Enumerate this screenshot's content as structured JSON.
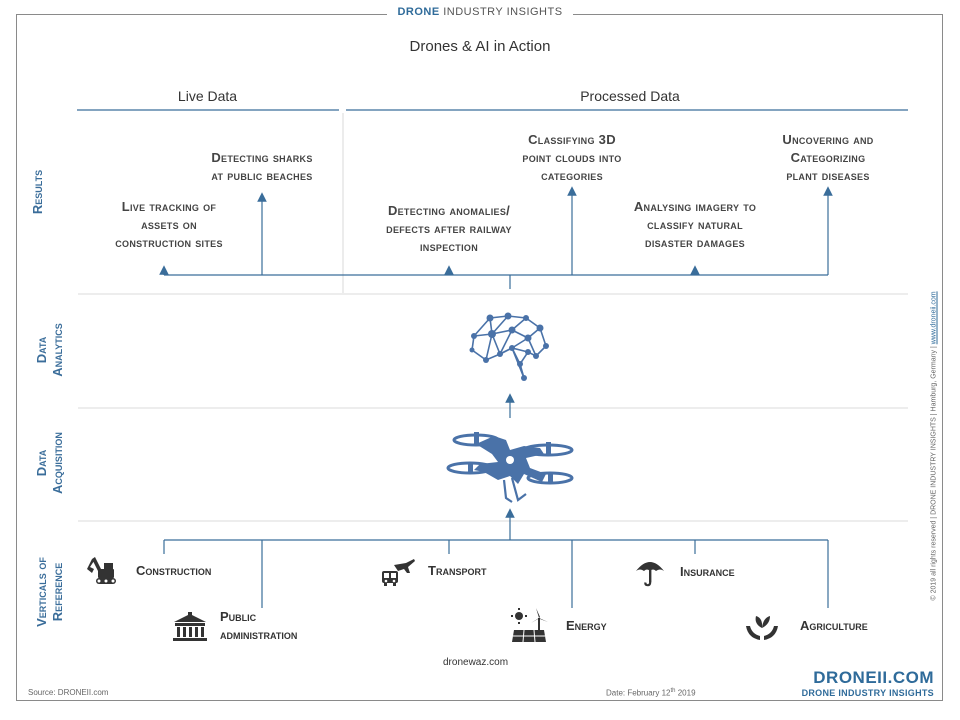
{
  "header": {
    "brand_bold": "DRONE",
    "brand_rest": " INDUSTRY INSIGHTS",
    "title": "Drones & AI in Action"
  },
  "columns": {
    "live": "Live Data",
    "processed": "Processed Data"
  },
  "rows": {
    "results": "Results",
    "analytics_1": "Data",
    "analytics_2": "Analytics",
    "acquisition_1": "Data",
    "acquisition_2": "Acquisition",
    "verticals_1": "Verticals of",
    "verticals_2": "Reference"
  },
  "results": {
    "r1": [
      "Live tracking of",
      "assets on",
      "construction sites"
    ],
    "r2": [
      "Detecting sharks",
      "at public beaches"
    ],
    "r3": [
      "Detecting anomalies/",
      "defects after railway",
      "inspection"
    ],
    "r4": [
      "Classifying 3D",
      "point clouds into",
      "categories"
    ],
    "r5": [
      "Analysing imagery to",
      "classify natural",
      "disaster damages"
    ],
    "r6": [
      "Uncovering and",
      "Categorizing",
      "plant diseases"
    ]
  },
  "verticals": {
    "construction": "Construction",
    "public_1": "Public",
    "public_2": "administration",
    "transport": "Transport",
    "energy": "Energy",
    "insurance": "Insurance",
    "agriculture": "Agriculture"
  },
  "icons": {
    "brain": "brain-network-icon",
    "drone": "drone-icon",
    "excavator": "excavator-icon",
    "building": "government-building-icon",
    "transport": "plane-bus-icon",
    "energy": "solar-wind-icon",
    "umbrella": "umbrella-icon",
    "plant": "plant-hands-icon"
  },
  "colors": {
    "accent": "#2f6b9a",
    "drone": "#4a72a8"
  },
  "footer": {
    "source": "Source: DRONEII.com",
    "date_prefix": "Date: February 12",
    "date_sup": "th",
    "date_year": " 2019",
    "watermark": "dronewaz.com",
    "logo_big": "DRONEII.COM",
    "logo_sub": "DRONE INDUSTRY INSIGHTS",
    "side_note": "© 2019 all rights reserved  |  DRONE INDUSTRY INSIGHTS  |  Hamburg, Germany  |  ",
    "side_link": "www.droneii.com"
  }
}
